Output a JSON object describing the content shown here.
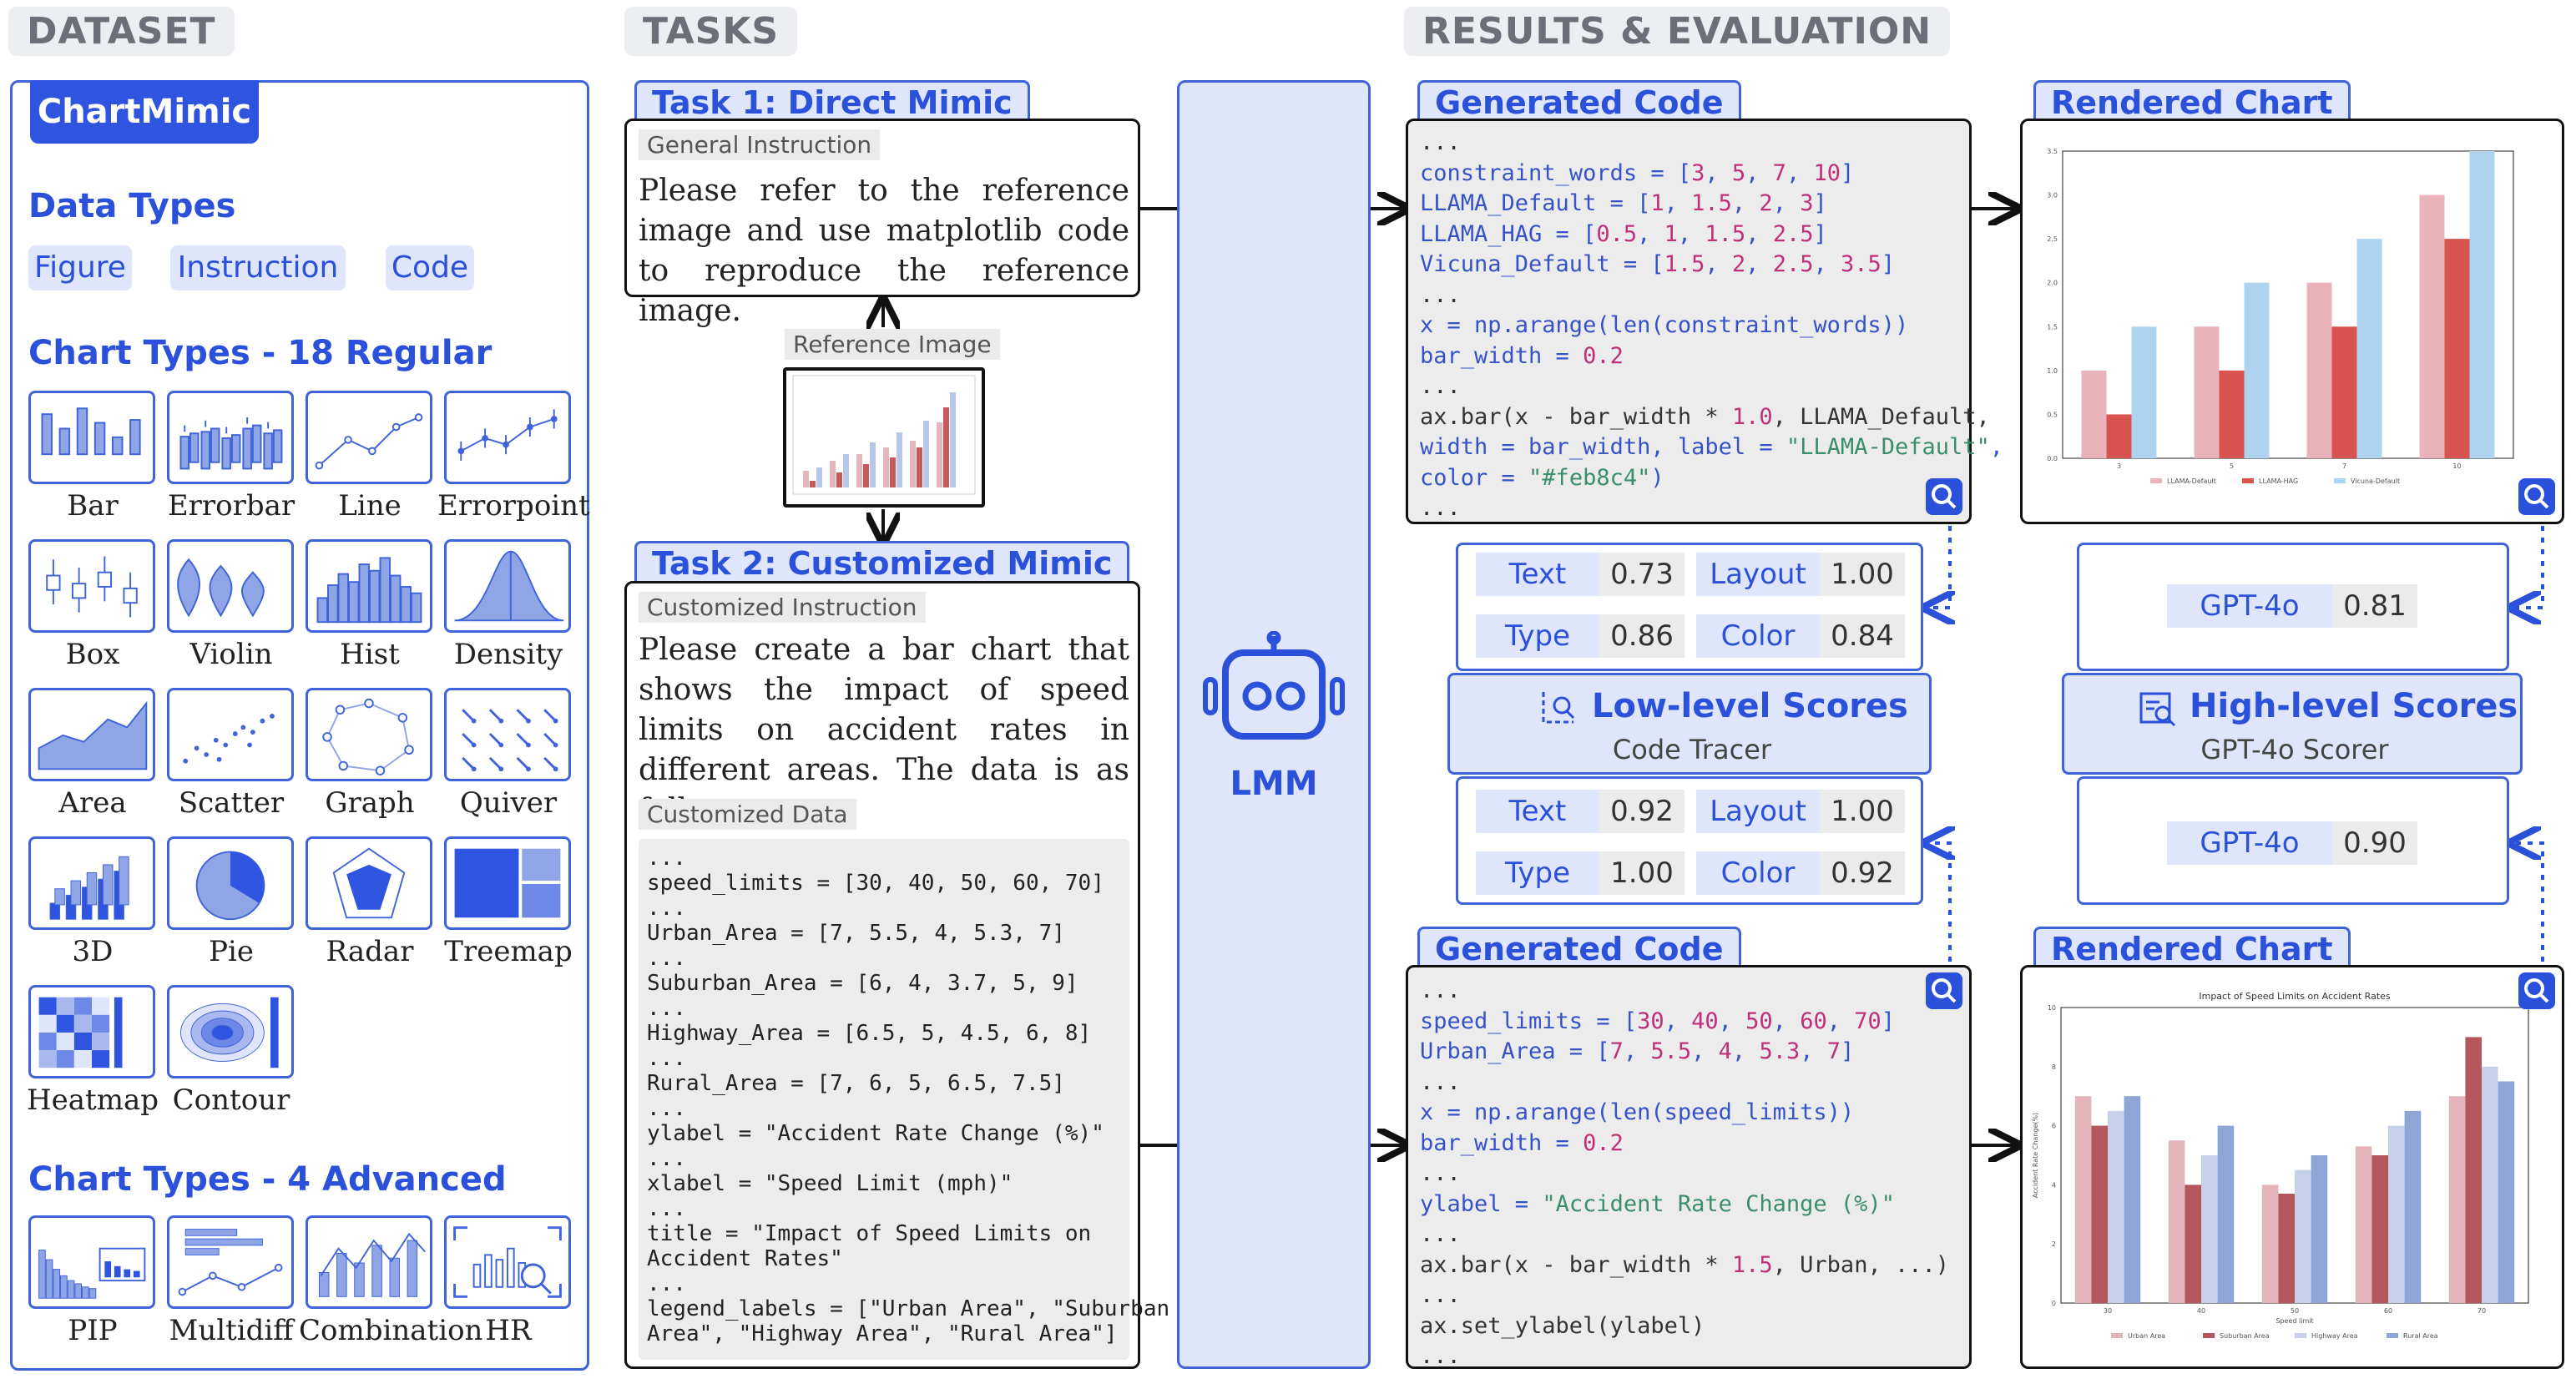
{
  "sections": {
    "dataset": "DATASET",
    "tasks": "TASKS",
    "results": "RESULTS & EVALUATION"
  },
  "dataset": {
    "name": "ChartMimic",
    "data_types_title": "Data Types",
    "data_types": [
      "Figure",
      "Instruction",
      "Code"
    ],
    "regular_title": "Chart Types - 18 Regular",
    "regular": [
      "Bar",
      "Errorbar",
      "Line",
      "Errorpoint",
      "Box",
      "Violin",
      "Hist",
      "Density",
      "Area",
      "Scatter",
      "Graph",
      "Quiver",
      "3D",
      "Pie",
      "Radar",
      "Treemap",
      "Heatmap",
      "Contour"
    ],
    "advanced_title": "Chart Types - 4 Advanced",
    "advanced": [
      "PIP",
      "Multidiff",
      "Combination",
      "HR"
    ]
  },
  "tasks": {
    "task1": {
      "tab": "Task 1: Direct Mimic",
      "label": "General Instruction",
      "text": "Please refer to the reference image and use matplotlib code to reproduce the reference image."
    },
    "reference_label": "Reference Image",
    "task2": {
      "tab": "Task 2: Customized Mimic",
      "label": "Customized Instruction",
      "text": "Please create a bar chart that shows the impact of speed limits on accident rates in different areas. The data is as follows:",
      "data_label": "Customized Data",
      "code_lines": [
        "...",
        "speed_limits = [30, 40, 50, 60, 70]",
        "...",
        "Urban_Area = [7, 5.5, 4, 5.3, 7]",
        "...",
        "Suburban_Area = [6, 4, 3.7, 5, 9]",
        "...",
        "Highway_Area = [6.5, 5, 4.5, 6, 8]",
        "...",
        "Rural_Area = [7, 6, 5, 6.5, 7.5]",
        "",
        "...",
        "ylabel = \"Accident Rate Change (%)\"",
        "...",
        "xlabel = \"Speed Limit (mph)\"",
        "...",
        "title = \"Impact of Speed Limits on",
        "Accident Rates\"",
        "...",
        "legend_labels = [\"Urban Area\", \"Suburban",
        "Area\", \"Highway Area\", \"Rural Area\"]"
      ]
    }
  },
  "lmm": {
    "label": "LMM"
  },
  "results": {
    "generated_code_tab": "Generated Code",
    "rendered_chart_tab": "Rendered Chart",
    "code1": [
      "...",
      "constraint_words = [3, 5, 7, 10]",
      "LLAMA_Default = [1, 1.5, 2, 3]",
      "LLAMA_HAG = [0.5, 1, 1.5, 2.5]",
      "Vicuna_Default = [1.5, 2, 2.5, 3.5]",
      "...",
      "x = np.arange(len(constraint_words))",
      "bar_width = 0.2",
      "...",
      "ax.bar(x - bar_width * 1.0, LLAMA_Default,",
      "width = bar_width, label = \"LLAMA-Default\",",
      "color = \"#feb8c4\")",
      "..."
    ],
    "code2": [
      "...",
      "speed_limits = [30, 40, 50, 60, 70]",
      "Urban_Area = [7, 5.5, 4, 5.3, 7]",
      "...",
      "x = np.arange(len(speed_limits))",
      "bar_width = 0.2",
      "...",
      "ylabel = \"Accident Rate Change (%)\"",
      "...",
      "ax.bar(x - bar_width * 1.5, Urban, ...)",
      "...",
      "ax.set_ylabel(ylabel)",
      "..."
    ],
    "low_scores_1": [
      {
        "name": "Text",
        "value": "0.73"
      },
      {
        "name": "Layout",
        "value": "1.00"
      },
      {
        "name": "Type",
        "value": "0.86"
      },
      {
        "name": "Color",
        "value": "0.84"
      }
    ],
    "low_scores_2": [
      {
        "name": "Text",
        "value": "0.92"
      },
      {
        "name": "Layout",
        "value": "1.00"
      },
      {
        "name": "Type",
        "value": "1.00"
      },
      {
        "name": "Color",
        "value": "0.92"
      }
    ],
    "low_level_title": "Low-level Scores",
    "low_level_sub": "Code Tracer",
    "high_level_title": "High-level Scores",
    "high_level_sub": "GPT-4o Scorer",
    "high_score_1": {
      "name": "GPT-4o",
      "value": "0.81"
    },
    "high_score_2": {
      "name": "GPT-4o",
      "value": "0.90"
    }
  },
  "chart_data": [
    {
      "type": "bar",
      "categories": [
        "3",
        "5",
        "7",
        "10"
      ],
      "series": [
        {
          "name": "LLAMA-Default",
          "values": [
            1,
            1.5,
            2,
            3
          ],
          "color": "#eab3bb"
        },
        {
          "name": "LLAMA-HAG",
          "values": [
            0.5,
            1,
            1.5,
            2.5
          ],
          "color": "#d9534f"
        },
        {
          "name": "Vicuna-Default",
          "values": [
            1.5,
            2,
            2.5,
            3.5
          ],
          "color": "#aed3ee"
        }
      ],
      "ylim": [
        0,
        3.5
      ],
      "yticks": [
        "0.0",
        "0.5",
        "1.0",
        "1.5",
        "2.0",
        "2.5",
        "3.0",
        "3.5"
      ],
      "legend": "bottom"
    },
    {
      "type": "bar",
      "title": "Impact of Speed Limits on Accident Rates",
      "xlabel": "Speed limit",
      "ylabel": "Accident Rate Change(%)",
      "categories": [
        "30",
        "40",
        "50",
        "60",
        "70"
      ],
      "series": [
        {
          "name": "Urban Area",
          "values": [
            7,
            5.5,
            4,
            5.3,
            7
          ],
          "color": "#e3b5ba"
        },
        {
          "name": "Suburban Area",
          "values": [
            6,
            4,
            3.7,
            5,
            9
          ],
          "color": "#b5565c"
        },
        {
          "name": "Highway Area",
          "values": [
            6.5,
            5,
            4.5,
            6,
            8
          ],
          "color": "#c6d0ea"
        },
        {
          "name": "Rural Area",
          "values": [
            7,
            6,
            5,
            6.5,
            7.5
          ],
          "color": "#8fa5d6"
        }
      ],
      "ylim": [
        0,
        10
      ],
      "yticks": [
        "0",
        "2",
        "4",
        "6",
        "8",
        "10"
      ],
      "legend": "bottom"
    }
  ]
}
